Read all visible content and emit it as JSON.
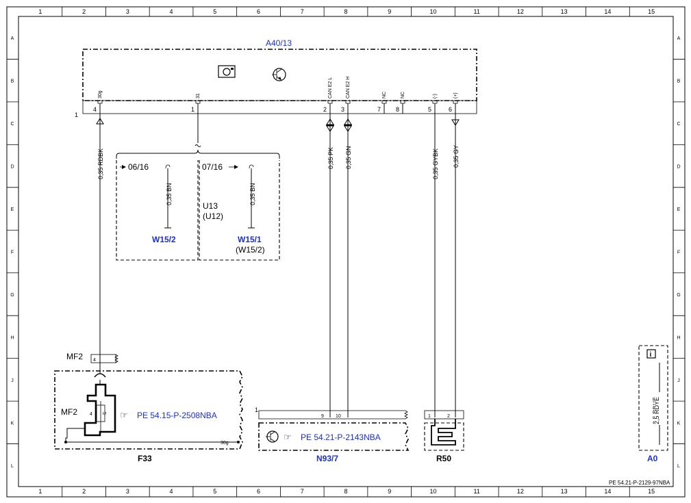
{
  "grid": {
    "columns": [
      "1",
      "2",
      "3",
      "4",
      "5",
      "6",
      "7",
      "8",
      "9",
      "10",
      "11",
      "12",
      "13",
      "14",
      "15"
    ],
    "rows": [
      "A",
      "B",
      "C",
      "D",
      "E",
      "F",
      "G",
      "H",
      "J",
      "K",
      "L"
    ]
  },
  "modules": {
    "a40": {
      "label": "A40/13",
      "side_number": "1",
      "pins": [
        {
          "num": "4",
          "name": "30g"
        },
        {
          "num": "1",
          "name": "31"
        },
        {
          "num": "2",
          "name": "CAN E2 L"
        },
        {
          "num": "3",
          "name": "CAN E2 H"
        },
        {
          "num": "7",
          "name": "NC"
        },
        {
          "num": "8",
          "name": "NC"
        },
        {
          "num": "5",
          "name": "(-)"
        },
        {
          "num": "6",
          "name": "(+)"
        }
      ]
    },
    "f33": {
      "label": "F33",
      "mf2_top": "MF2",
      "mf2_left": "MF2",
      "pin": "4",
      "fuse_pin": "4",
      "fuse_val": "5",
      "ground": "30g",
      "ref": "PE 54.15-P-2508NBA"
    },
    "n93": {
      "label": "N93/7",
      "side_number": "1",
      "pin_a": "9",
      "pin_b": "10",
      "ref": "PE 54.21-P-2143NBA"
    },
    "r50": {
      "label": "R50",
      "pin_a": "1",
      "pin_b": "2"
    },
    "a0": {
      "label": "A0",
      "wire": "2,5 RDYE"
    }
  },
  "wires": {
    "w1": "0,35 RDBK",
    "w2": "0,35 PK",
    "w3": "0,35 GN",
    "w4": "0,35 GYBK",
    "w5": "0,35 GY"
  },
  "variant": {
    "left_date": "06/16",
    "right_date": "07/16",
    "left_wire": "0,35 BN",
    "right_wire": "0,35 BN",
    "left_ground": "W15/2",
    "right_ground": "W15/1",
    "right_ground_alt": "(W15/2)",
    "u13": "U13",
    "u12": "(U12)"
  },
  "footer": {
    "doc_ref": "PE 54.21-P-2129-97NBA"
  }
}
